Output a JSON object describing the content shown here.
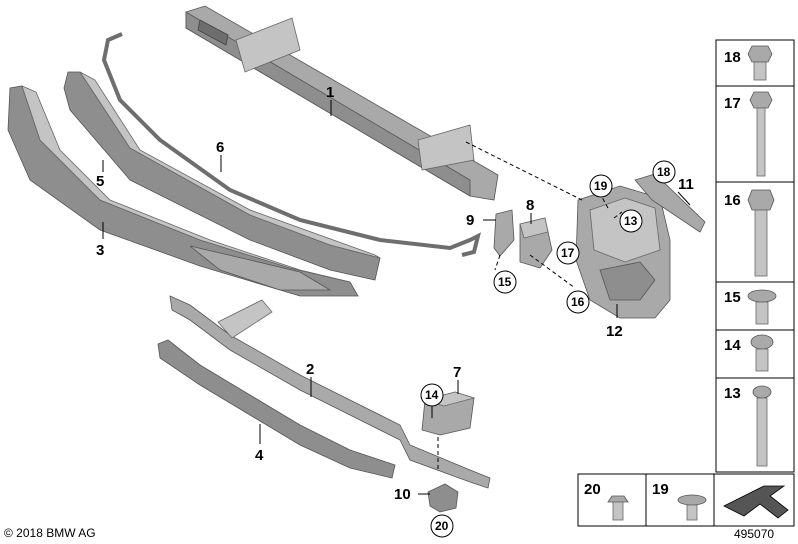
{
  "callouts": {
    "p1": "1",
    "p2": "2",
    "p3": "3",
    "p4": "4",
    "p5": "5",
    "p6": "6",
    "p7": "7",
    "p8": "8",
    "p9": "9",
    "p10": "10",
    "p11": "11",
    "p12": "12"
  },
  "circled": {
    "c13": "13",
    "c14": "14",
    "c15": "15",
    "c16": "16",
    "c17": "17",
    "c18": "18",
    "c19": "19",
    "c20": "20"
  },
  "fastener_panel": {
    "items": [
      "18",
      "17",
      "16",
      "15",
      "14",
      "13"
    ],
    "bottom_items": [
      "20",
      "19"
    ]
  },
  "footer": {
    "copyright": "© 2018 BMW AG",
    "doc_number": "495070"
  }
}
